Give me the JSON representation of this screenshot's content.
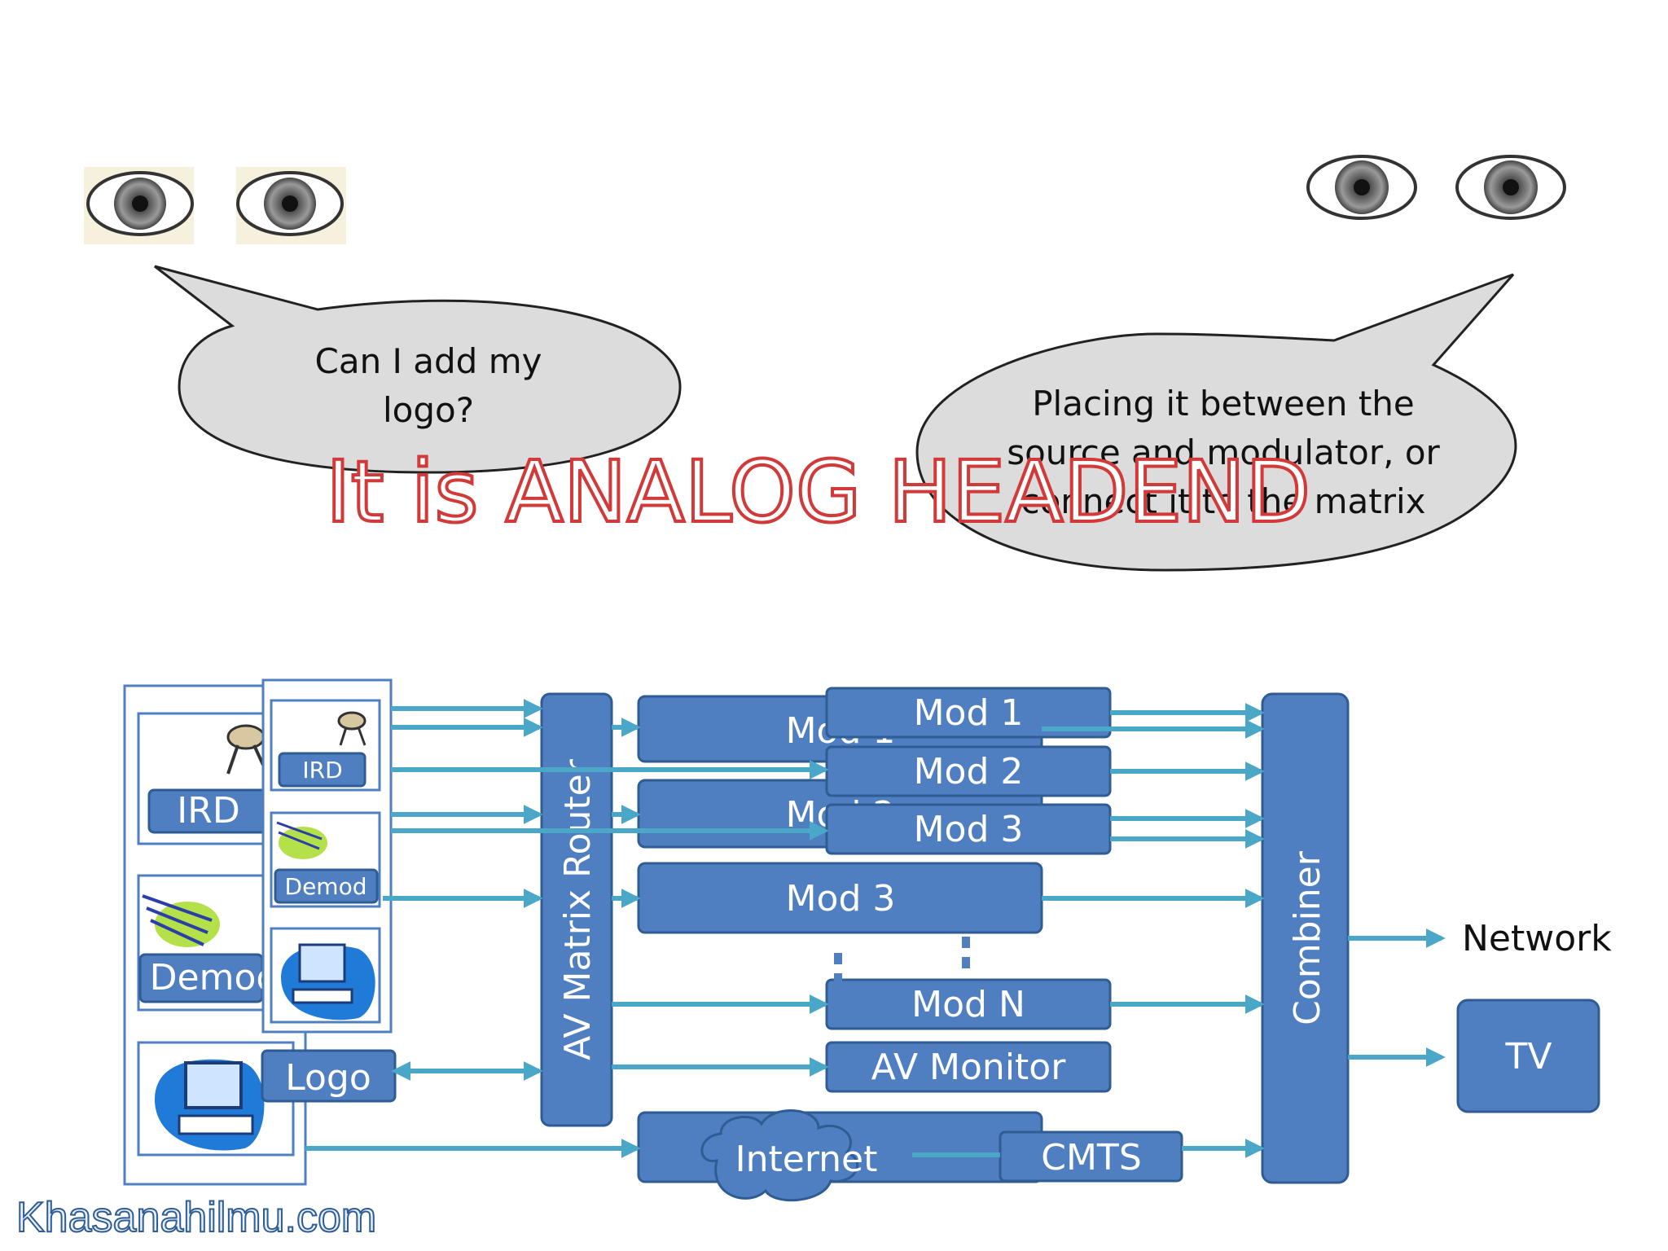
{
  "bubbles": {
    "left": {
      "lines": [
        "Can I add my",
        "logo?"
      ]
    },
    "right": {
      "lines": [
        "Placing it between the",
        "source and modulator, or",
        "connect it to the matrix"
      ]
    }
  },
  "headline": "It is ANALOG HEADEND",
  "sources": {
    "ird_back": "IRD",
    "ird_front": "IRD",
    "demod_back": "Demod",
    "demod_front": "Demod",
    "logo": "Logo"
  },
  "router": "AV Matrix Router",
  "modulators": {
    "back_mod1": "Mod 1",
    "back_mod2": "Mod 2",
    "mod1": "Mod 1",
    "mod2": "Mod 2",
    "mod3_front": "Mod 3",
    "mod3_back": "Mod 3",
    "modN": "Mod  N",
    "av_monitor": "AV Monitor"
  },
  "internet": "Internet",
  "cmts": "CMTS",
  "combiner": "Combiner",
  "outputs": {
    "network": "Network",
    "tv": "TV"
  },
  "watermark": "Khasanahilmu.com",
  "colors": {
    "box_fill": "#4f7fc0",
    "box_stroke": "#2f5c93",
    "arrow": "#4aa7c8",
    "headline_stroke": "#d23a3a"
  }
}
